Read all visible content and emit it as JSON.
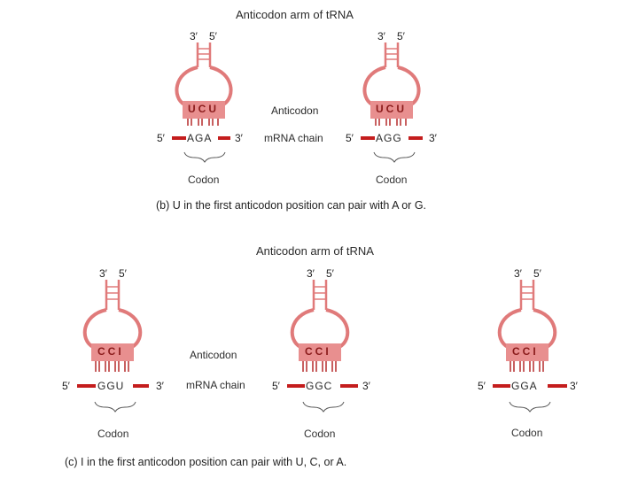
{
  "panel_b": {
    "title": "Anticodon arm of tRNA",
    "anticodon_label": "Anticodon",
    "mrna_label": "mRNA chain",
    "caption": "(b) U in the first anticodon position can pair with A or G.",
    "trnas": [
      {
        "prime_left": "3′",
        "prime_right": "5′",
        "anticodon": "UCU",
        "mrna_5": "5′",
        "codon": "AGA",
        "mrna_3": "3′",
        "codon_label": "Codon"
      },
      {
        "prime_left": "3′",
        "prime_right": "5′",
        "anticodon": "UCU",
        "mrna_5": "5′",
        "codon": "AGG",
        "mrna_3": "3′",
        "codon_label": "Codon"
      }
    ]
  },
  "panel_c": {
    "title": "Anticodon arm of tRNA",
    "anticodon_label": "Anticodon",
    "mrna_label": "mRNA chain",
    "caption": "(c) I in the first anticodon position can pair with U, C, or A.",
    "trnas": [
      {
        "prime_left": "3′",
        "prime_right": "5′",
        "anticodon": "CCI",
        "mrna_5": "5′",
        "codon": "GGU",
        "mrna_3": "3′",
        "codon_label": "Codon"
      },
      {
        "prime_left": "3′",
        "prime_right": "5′",
        "anticodon": "CCI",
        "mrna_5": "5′",
        "codon": "GGC",
        "mrna_3": "3′",
        "codon_label": "Codon"
      },
      {
        "prime_left": "3′",
        "prime_right": "5′",
        "anticodon": "CCI",
        "mrna_5": "5′",
        "codon": "GGA",
        "mrna_3": "3′",
        "codon_label": "Codon"
      }
    ]
  },
  "colors": {
    "loop_stroke": "#e07a7a",
    "anticodon_box": "#e88f8f",
    "mrna_line": "#c41d1d",
    "tick": "#b52a2a"
  }
}
